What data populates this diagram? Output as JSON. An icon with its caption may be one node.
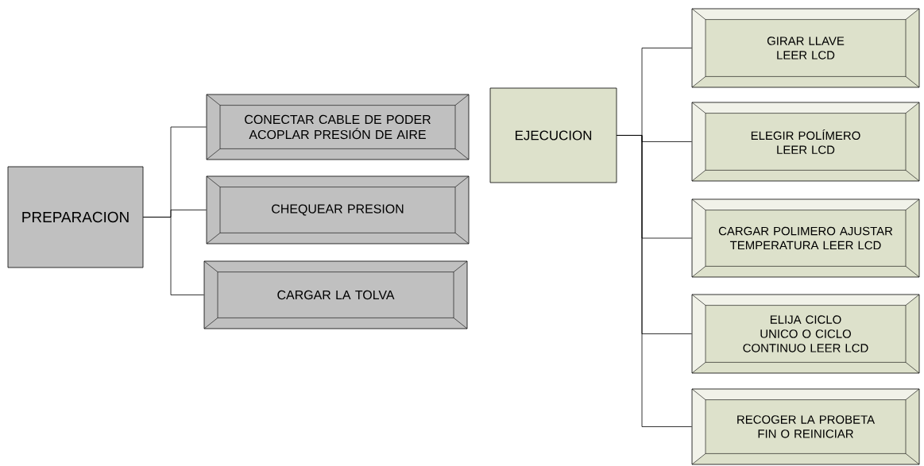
{
  "diagram": {
    "nodes": [
      {
        "text": [
          "PREPARACION"
        ]
      },
      {
        "text": [
          "CONECTAR CABLE DE PODER ACOPLAR PRESIÓN DE AIRE"
        ]
      },
      {
        "text": [
          "CHEQUEAR PRESION"
        ]
      },
      {
        "text": [
          "CARGAR LA TOLVA"
        ]
      },
      {
        "text": [
          "EJECUCION"
        ]
      },
      {
        "text": [
          "GIRAR LLAVE LEER LCD"
        ]
      },
      {
        "text": [
          "ELEGIR POLÍMERO LEER LCD"
        ]
      },
      {
        "text": [
          "CARGAR POLIMERO AJUSTAR TEMPERATURA LEER LCD"
        ]
      },
      {
        "text": [
          "ELIJA CICLO UNICO O CICLO CONTINUO LEER LCD"
        ]
      },
      {
        "text": [
          "RECOGER LA PROBETA FIN O REINICIAR"
        ]
      }
    ],
    "edges": [
      {
        "from": 0,
        "to": 1,
        "arrow": "none"
      },
      {
        "from": 0,
        "to": 2,
        "arrow": "none"
      },
      {
        "from": 0,
        "to": 3,
        "arrow": "none"
      },
      {
        "from": 4,
        "to": 5,
        "arrow": "none"
      },
      {
        "from": 4,
        "to": 6,
        "arrow": "none"
      },
      {
        "from": 4,
        "to": 7,
        "arrow": "none"
      },
      {
        "from": 4,
        "to": 8,
        "arrow": "none"
      },
      {
        "from": 4,
        "to": 9,
        "arrow": "none"
      }
    ]
  }
}
